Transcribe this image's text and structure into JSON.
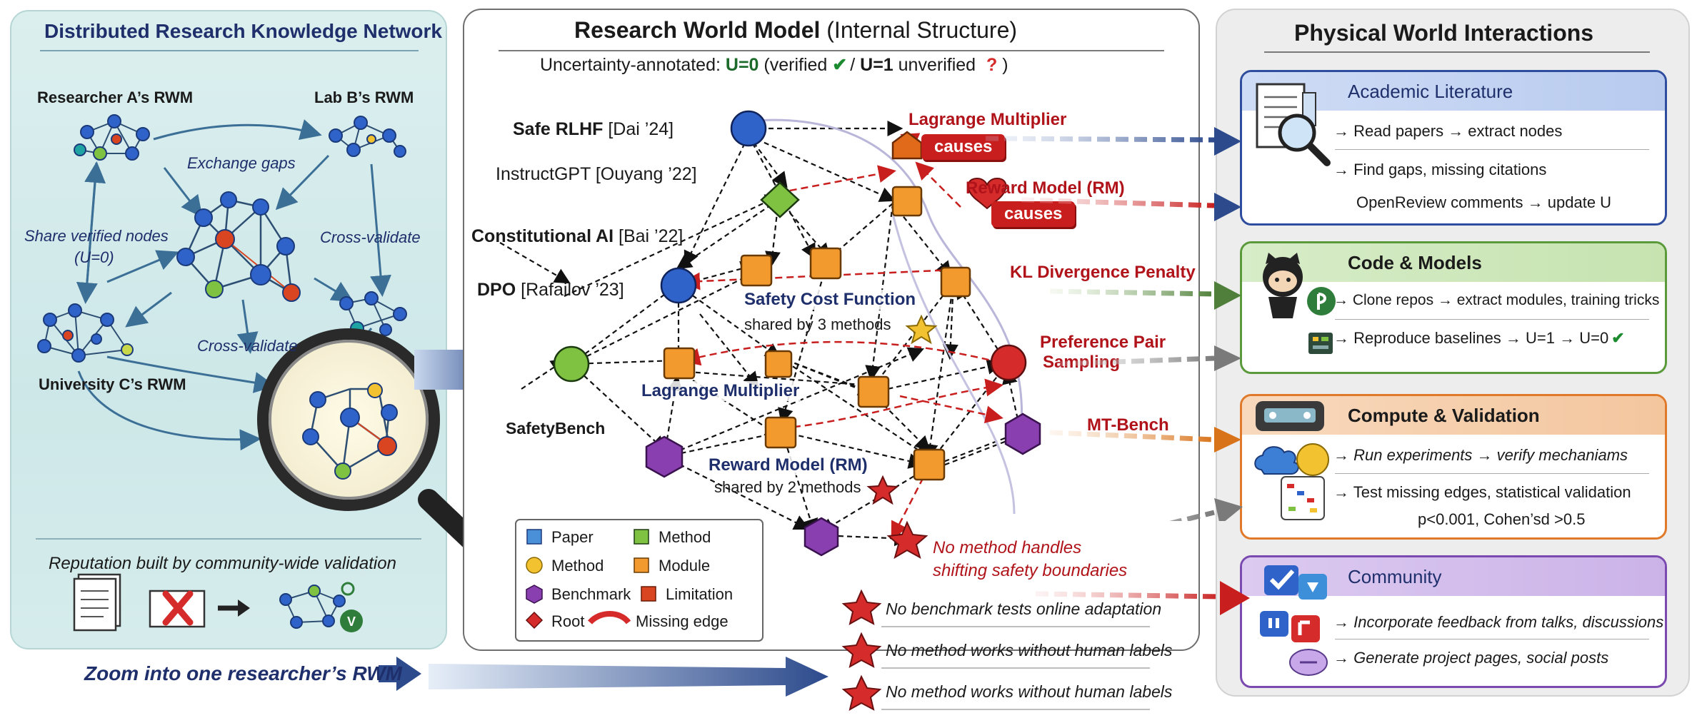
{
  "left": {
    "title": "Distributed Research Knowledge Network",
    "researcher_a": "Researcher A’s RWM",
    "lab_b": "Lab B’s RWM",
    "university_c": "University C’s RWM",
    "exchange_gaps": "Exchange gaps",
    "share_verified_1": "Share verified nodes",
    "share_verified_2": "(U=0)",
    "cross_validate_1": "Cross-validate",
    "cross_validate_2": "Cross-validate",
    "reputation": "Reputation built by community-wide validation",
    "zoom": "Zoom into one researcher’s RWM"
  },
  "middle": {
    "title_bold": "Research World Model",
    "title_rest": "(Internal Structure)",
    "uncertainty_prefix": "Uncertainty-annotated:",
    "u0": "U=0",
    "verified": "(verified",
    "sep": "/",
    "u1": "U=1",
    "unverified": "unverified",
    "qmark": "?",
    "close": ")",
    "papers": {
      "safe_rlhf_bold": "Safe RLHF",
      "safe_rlhf_cite": "[Dai ’24]",
      "instructgpt": "InstructGPT [Ouyang ’22]",
      "constitutional_bold": "Constitutional AI",
      "constitutional_cite": "[Bai ’22]",
      "dpo_bold": "DPO",
      "dpo_cite": "[Rafailov ’23]",
      "safetybench": "SafetyBench"
    },
    "nodes": {
      "safety_cost": "Safety Cost Function",
      "safety_cost_sub": "shared by 3 methods",
      "lagrange_inner": "Lagrange Multiplier",
      "reward_inner": "Reward Model (RM)",
      "reward_inner_sub": "shared by 2 methods"
    },
    "right_labels": {
      "lagrange": "Lagrange Multiplier",
      "causes_1": "causes",
      "reward_rm": "Reward Model (RM)",
      "causes_2": "causes",
      "kl": "KL Divergence Penalty",
      "pref_1": "Preference Pair",
      "pref_2": "Sampling",
      "mtbench": "MT-Bench",
      "no_method_1": "No method handles",
      "no_method_2": "shifting safety boundaries"
    },
    "gaps": [
      "No benchmark tests online adaptation",
      "No method works without human labels",
      "No method works without human labels"
    ],
    "legend": {
      "paper": "Paper",
      "method_green": "Method",
      "method_yellow": "Method",
      "module": "Module",
      "benchmark": "Benchmark",
      "limitation": "Limitation",
      "root": "Root",
      "missing_edge": "Missing edge"
    }
  },
  "right": {
    "title": "Physical World Interactions",
    "cards": [
      {
        "title": "Academic Literature",
        "lines": [
          "→ Read papers → extract nodes",
          "→ Find gaps, missing citations",
          "OpenReview comments → update U"
        ]
      },
      {
        "title": "Code & Models",
        "lines": [
          "→ Clone repos → extract modules, training tricks",
          "→ Reproduce baselines → U=1 → U=0"
        ]
      },
      {
        "title": "Compute & Validation",
        "lines": [
          "→ Run experiments → verify mechaniams",
          "→ Test missing edges, statistical validation",
          "p<0.001, Cohen’sd >0.5"
        ]
      },
      {
        "title": "Community",
        "lines": [
          "→ Incorporate feedback from talks, discussions",
          "→ Generate project pages, social posts"
        ]
      }
    ]
  },
  "colors": {
    "paper": "#2f63c9",
    "method_green": "#7fc241",
    "method_yellow": "#f2c230",
    "module": "#f29a2e",
    "benchmark": "#8a3fb0",
    "limitation": "#d94520",
    "root": "#d62b2b",
    "navy": "#2f4d9e",
    "gap_red": "#b0141a"
  },
  "icons": [
    "magnifier-icon",
    "document-icon",
    "github-octocat-icon",
    "circuit-board-icon",
    "gpu-server-icon",
    "cloud-icon",
    "chart-icon",
    "chat-bubbles-icon",
    "checkmark-icon",
    "star-icon"
  ]
}
